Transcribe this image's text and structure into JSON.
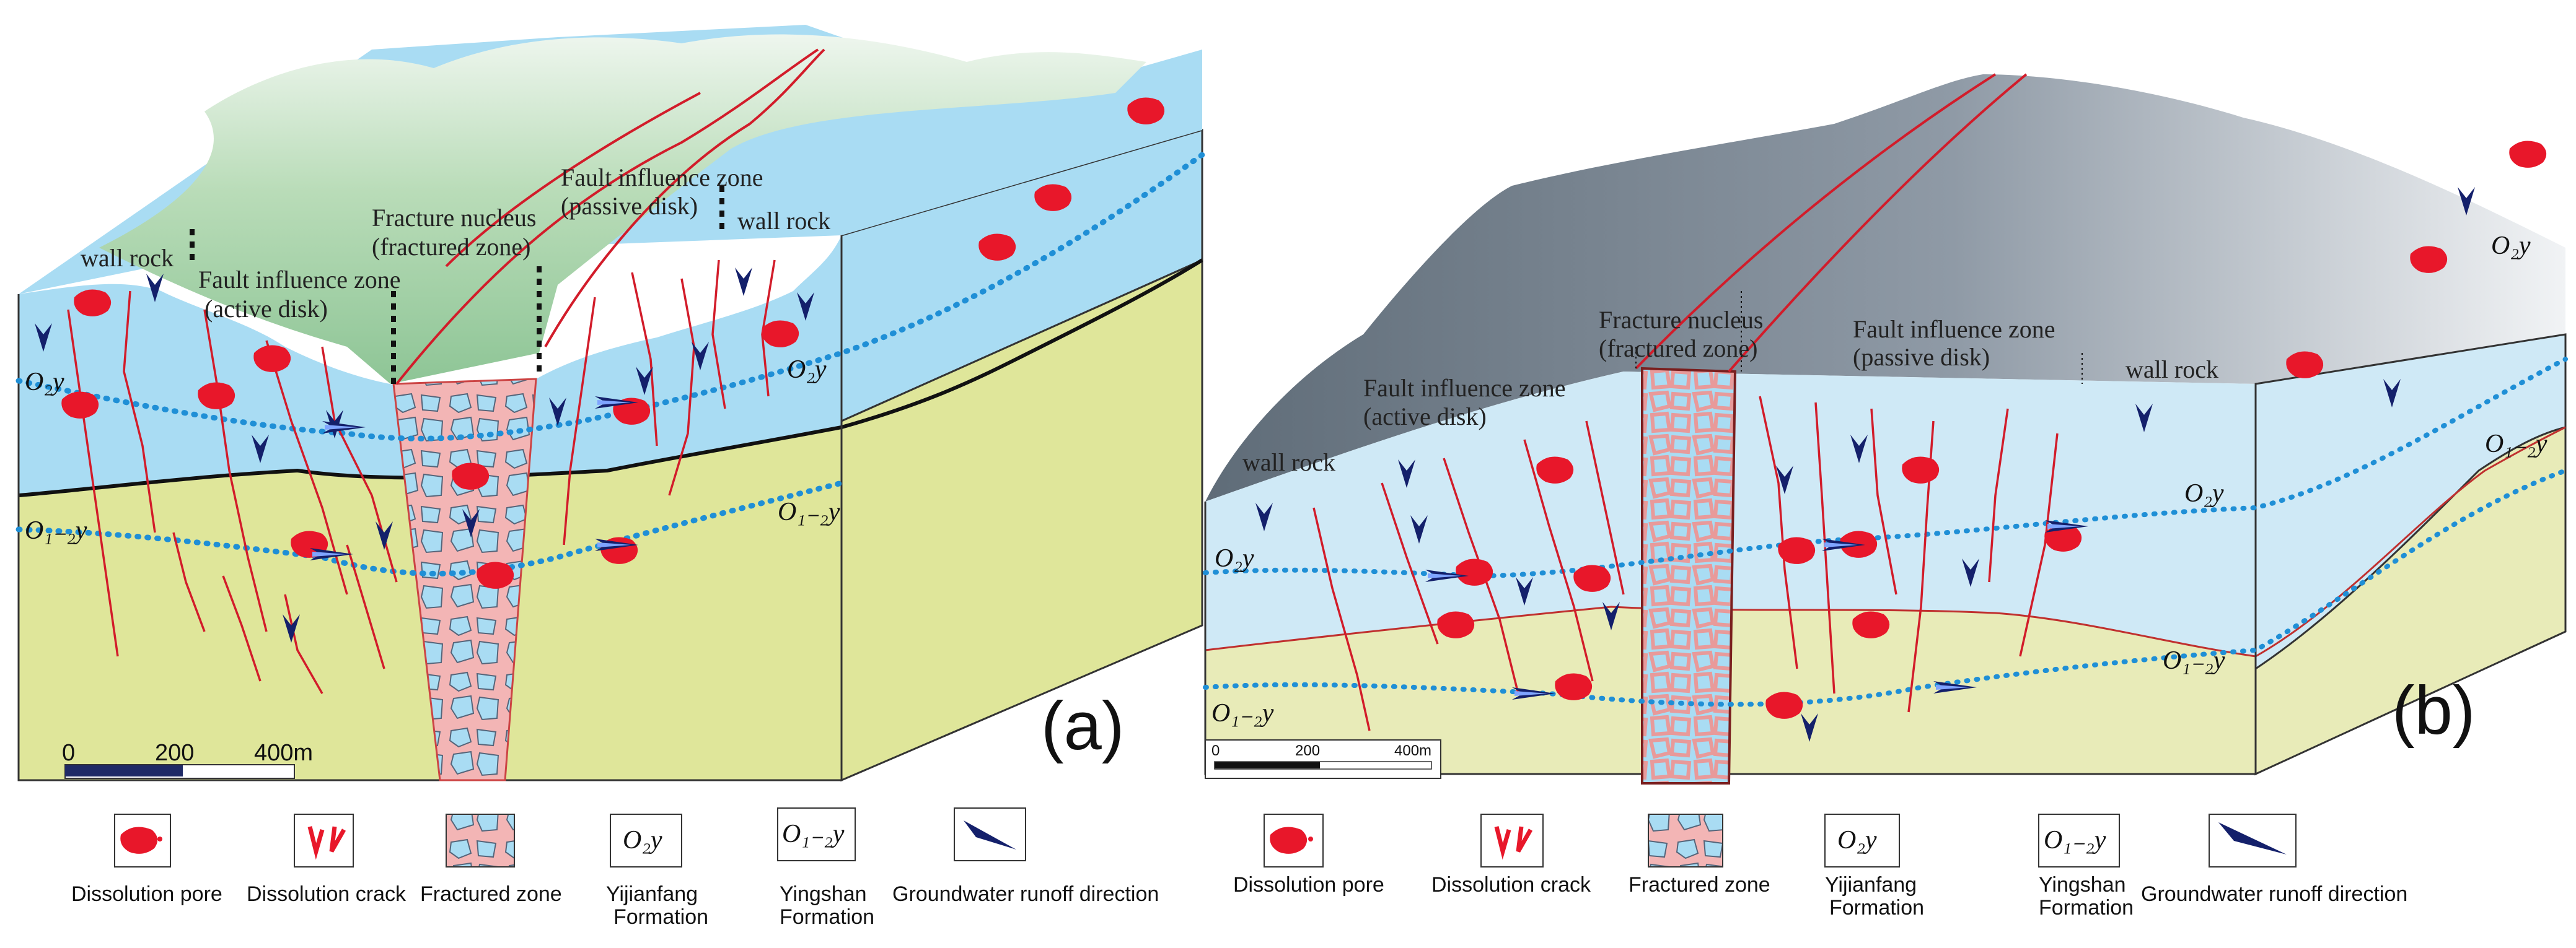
{
  "panel_a": {
    "tag": "(a)",
    "labels": {
      "wall_rock_left": "wall rock",
      "fault_active_1": "Fault influence zone",
      "fault_active_2": "(active disk)",
      "fracture_1": "Fracture nucleus",
      "fracture_2": "(fractured zone)",
      "fault_passive_1": "Fault influence zone",
      "fault_passive_2": "(passive disk)",
      "wall_rock_right": "wall rock",
      "o2y_left": "O₂y",
      "o2y_right": "O₂y",
      "o12y_left": "O₁₋₂y",
      "o12y_right": "O₁₋₂y"
    },
    "scale": {
      "t0": "0",
      "t1": "200",
      "t2": "400m"
    }
  },
  "panel_b": {
    "tag": "(b)",
    "labels": {
      "fracture_1": "Fracture nucleus",
      "fracture_2": "(fractured zone)",
      "fault_active_1": "Fault influence zone",
      "fault_active_2": "(active disk)",
      "fault_passive_1": "Fault influence zone",
      "fault_passive_2": "(passive disk)",
      "wall_rock_left": "wall rock",
      "wall_rock_right": "wall rock",
      "o2y_left": "O₂y",
      "o2y_mid": "O₂y",
      "o2y_side": "O₂y",
      "o12y_left": "O₁₋₂y",
      "o12y_mid": "O₁₋₂y",
      "o12y_side": "O₁₋₂y"
    },
    "scale": {
      "t0": "0",
      "t1": "200",
      "t2": "400m"
    }
  },
  "legend": {
    "items": [
      {
        "icon": "dissolution-pore-icon",
        "name": "Dissolution pore",
        "sub": ""
      },
      {
        "icon": "dissolution-crack-icon",
        "name": "Dissolution crack",
        "sub": ""
      },
      {
        "icon": "fractured-zone-icon",
        "name": "Fractured zone",
        "sub": ""
      },
      {
        "icon": "o2y-symbol",
        "symbol": "O₂y",
        "name": "Yijianfang",
        "sub": "Formation"
      },
      {
        "icon": "o12y-symbol",
        "symbol": "O₁₋₂y",
        "name": "Yingshan",
        "sub": "Formation"
      },
      {
        "icon": "groundwater-arrow-icon",
        "name": "Groundwater runoff direction",
        "sub": ""
      }
    ]
  },
  "colors": {
    "limestone_blue": "#a9dcf3",
    "dolomite_yellow": "#dfe69a",
    "surface_green": "#a6d3a8",
    "surface_grey": "#7e8c98",
    "fracture_pink": "#f3b5b5",
    "dissolution_red": "#e8172a",
    "groundwater_dots": "#1f8fd6",
    "arrow_navy": "#14206b"
  }
}
